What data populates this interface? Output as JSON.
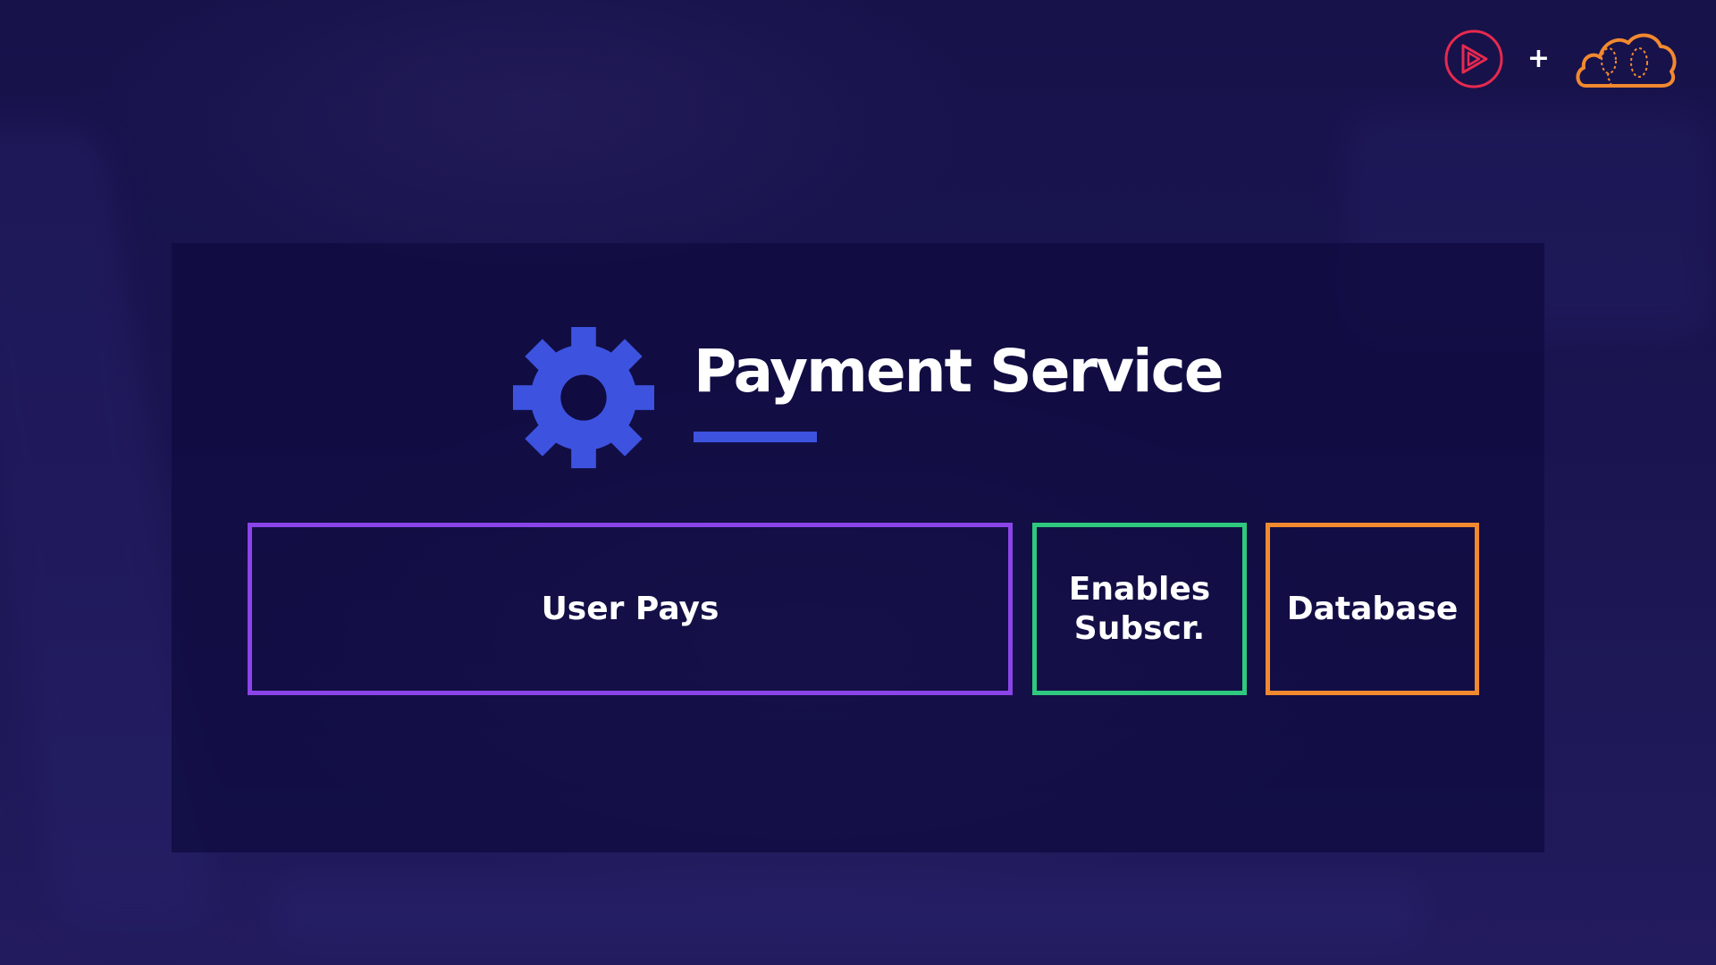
{
  "title": "Payment Service",
  "boxes": {
    "user_pays": "User Pays",
    "enables_line1": "Enables",
    "enables_line2": "Subscr.",
    "database": "Database"
  },
  "logos": {
    "plus": "+",
    "left_logo_icon": "play-icon",
    "right_logo_icon": "cloud-icon"
  },
  "colors": {
    "background": "#1a1550",
    "panel": "#100b40",
    "gear": "#3d53e0",
    "underline": "#3d53e0",
    "user_pays_border": "#8a44e8",
    "enables_border": "#2ec97e",
    "database_border": "#f2892f",
    "play_logo": "#e8294f",
    "cloud_logo": "#f2892f"
  }
}
